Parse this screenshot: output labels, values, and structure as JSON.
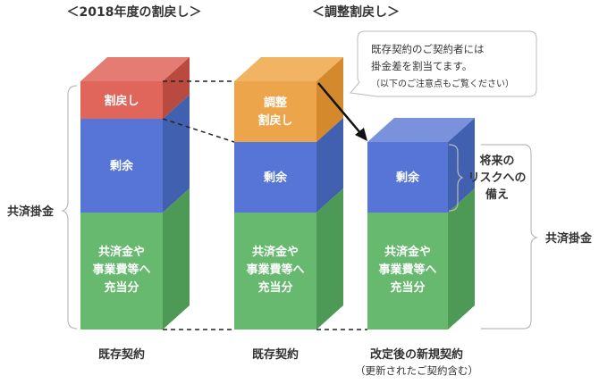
{
  "titles": {
    "left": "＜2018年度の割戻し＞",
    "right": "＜調整割戻し＞"
  },
  "callout": {
    "line1": "既存契約のご契約者には",
    "line2": "掛金差を割当てます。",
    "note": "（以下のご注意点もご覧ください）"
  },
  "blocks": {
    "warimodoshi": "割戻し",
    "chousei_line1": "調整",
    "chousei_line2": "割戻し",
    "joyo": "剰余",
    "green_line1": "共済金や",
    "green_line2": "事業費等へ",
    "green_line3": "充当分"
  },
  "side_labels": {
    "kyosai_left": "共済掛金",
    "kyosai_right": "共済掛金",
    "future_line1": "将来の",
    "future_line2": "リスクへの",
    "future_line3": "備え"
  },
  "bottom_labels": {
    "col1": "既存契約",
    "col2": "既存契約",
    "col3": "改定後の新規契約",
    "col3_sub": "（更新されたご契約含む）"
  },
  "colors": {
    "red": "#E0655A",
    "orange": "#EDA54C",
    "blue": "#5675D6",
    "green": "#66B96E"
  }
}
